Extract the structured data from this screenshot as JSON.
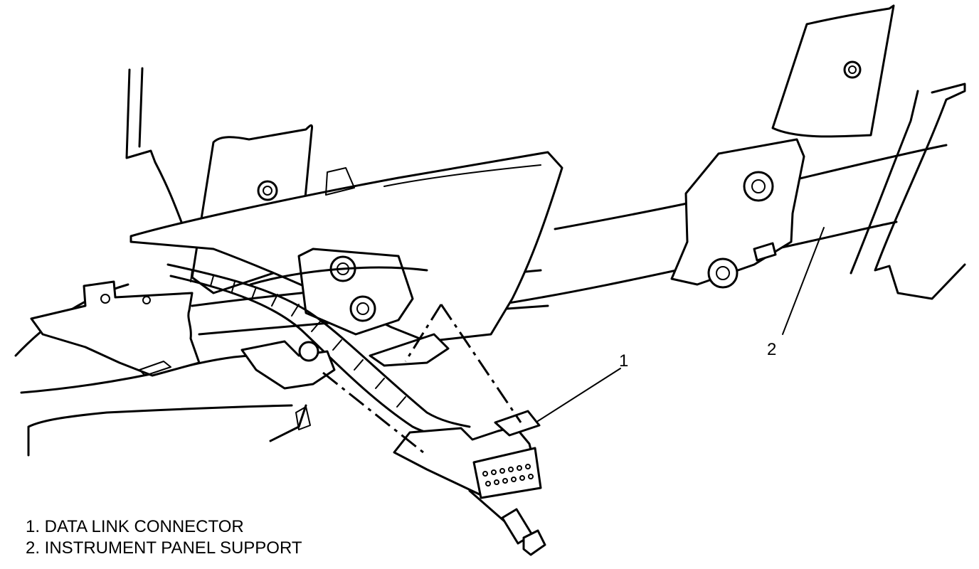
{
  "callouts": [
    {
      "number": "1"
    },
    {
      "number": "2"
    }
  ],
  "legend": [
    {
      "text": "1. DATA LINK CONNECTOR"
    },
    {
      "text": "2. INSTRUMENT PANEL SUPPORT"
    }
  ]
}
